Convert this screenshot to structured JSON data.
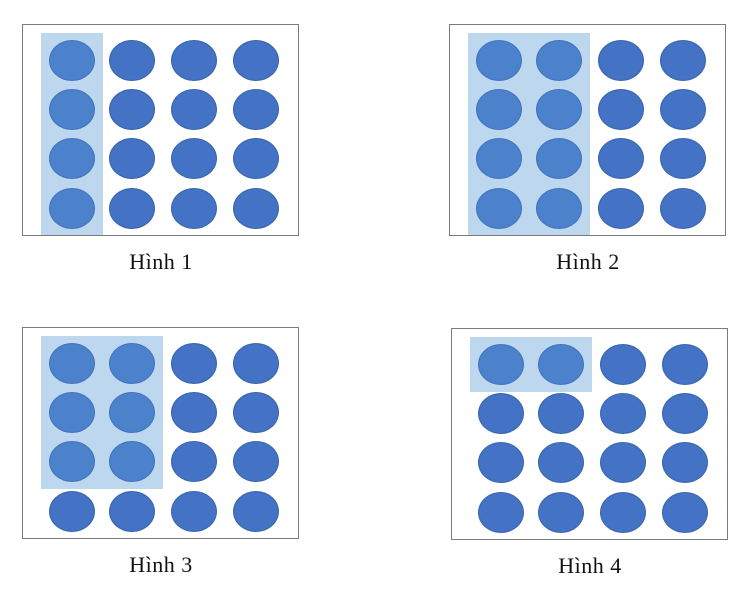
{
  "colors": {
    "circle": "#4472C4",
    "circle_border": "#3965AE",
    "circle_highlighted": "#4C82CC",
    "circle_highlighted_border": "#4273BE",
    "highlight_band": "#BDD7EE",
    "box_border": "#7A7A7A",
    "label": "#111111",
    "background": "#FFFFFF"
  },
  "grid": {
    "rows": 4,
    "cols": 4,
    "circles_per_figure": 16
  },
  "figures": [
    {
      "label": "Hình 1",
      "highlight": {
        "col_start": 0,
        "col_end": 0,
        "row_start": 0,
        "row_end": 3
      },
      "highlighted_count": 4,
      "total_count": 16
    },
    {
      "label": "Hình 2",
      "highlight": {
        "col_start": 0,
        "col_end": 1,
        "row_start": 0,
        "row_end": 3
      },
      "highlighted_count": 8,
      "total_count": 16
    },
    {
      "label": "Hình 3",
      "highlight": {
        "col_start": 0,
        "col_end": 1,
        "row_start": 0,
        "row_end": 2
      },
      "highlighted_count": 6,
      "total_count": 16
    },
    {
      "label": "Hình 4",
      "highlight": {
        "col_start": 0,
        "col_end": 1,
        "row_start": 0,
        "row_end": 0
      },
      "highlighted_count": 2,
      "total_count": 16
    }
  ]
}
